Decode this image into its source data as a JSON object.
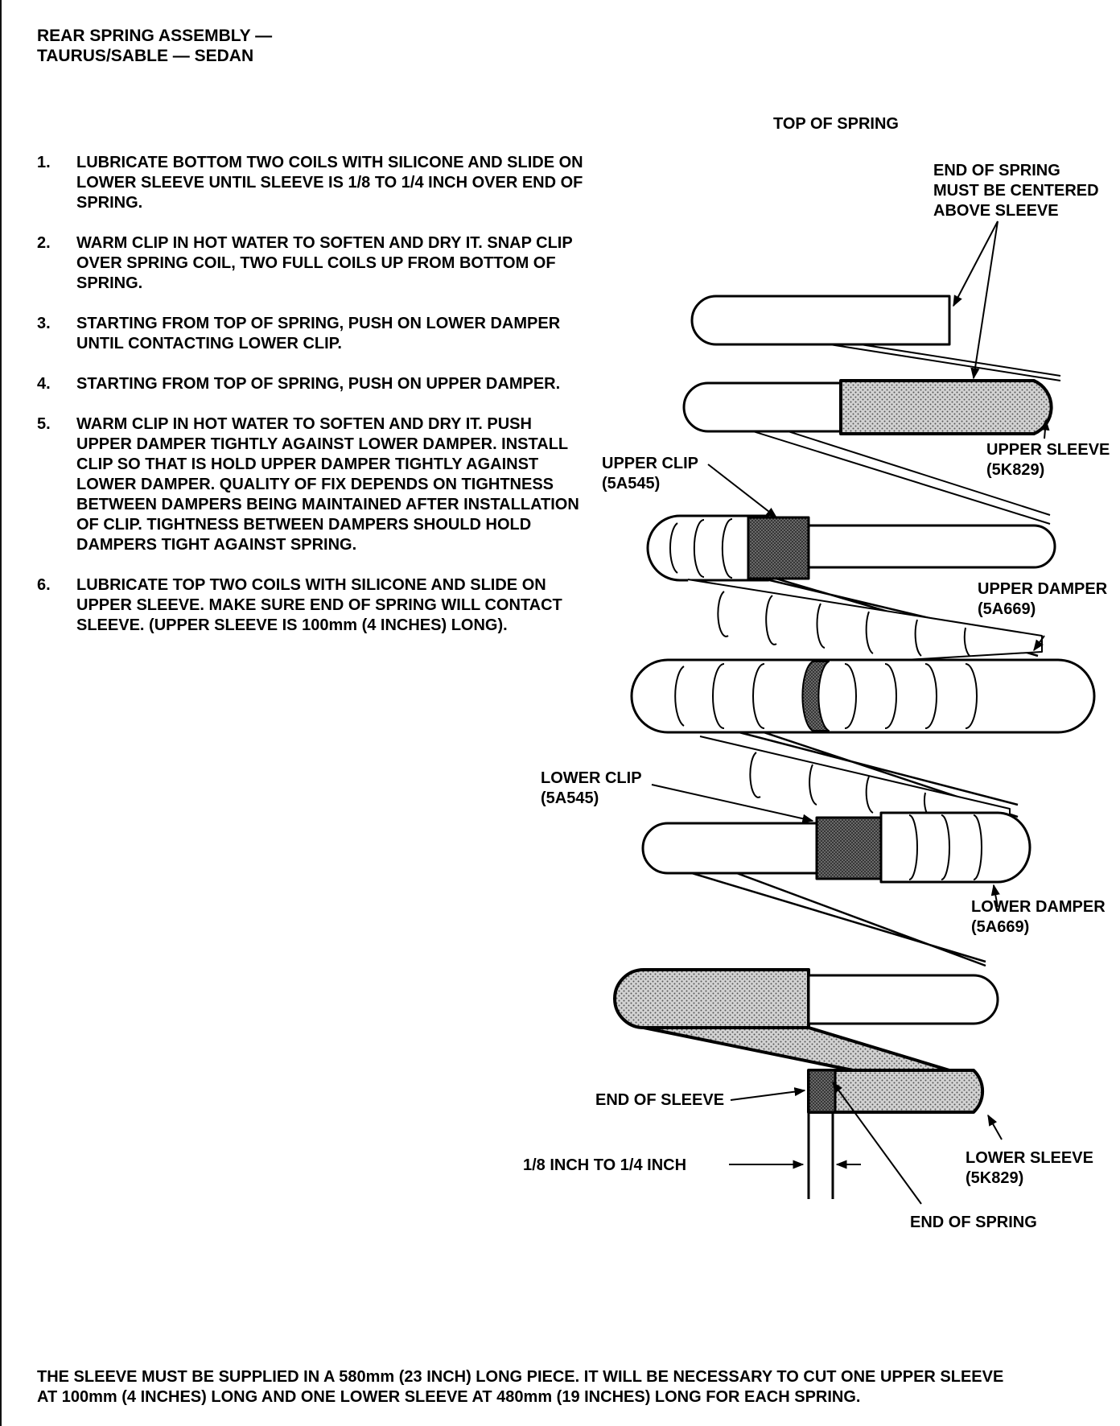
{
  "title": {
    "line1": "REAR SPRING ASSEMBLY —",
    "line2": "TAURUS/SABLE — SEDAN"
  },
  "steps": [
    {
      "num": "1.",
      "text": "LUBRICATE BOTTOM TWO COILS WITH SILICONE AND SLIDE ON LOWER SLEEVE UNTIL SLEEVE IS 1/8 TO 1/4 INCH OVER END OF SPRING."
    },
    {
      "num": "2.",
      "text": "WARM CLIP IN HOT WATER TO SOFTEN AND DRY IT. SNAP CLIP OVER SPRING COIL, TWO FULL COILS UP FROM BOTTOM OF SPRING."
    },
    {
      "num": "3.",
      "text": "STARTING FROM TOP OF SPRING, PUSH ON LOWER DAMPER UNTIL CONTACTING LOWER CLIP."
    },
    {
      "num": "4.",
      "text": "STARTING FROM TOP OF SPRING, PUSH ON UPPER DAMPER."
    },
    {
      "num": "5.",
      "text": "WARM CLIP IN HOT WATER TO SOFTEN AND DRY IT. PUSH UPPER DAMPER TIGHTLY AGAINST LOWER DAMPER. INSTALL CLIP SO THAT IS HOLD UPPER DAMPER TIGHTLY AGAINST LOWER DAMPER. QUALITY OF FIX DEPENDS ON TIGHTNESS BETWEEN DAMPERS BEING MAINTAINED AFTER INSTALLATION OF CLIP. TIGHTNESS BETWEEN DAMPERS SHOULD HOLD DAMPERS TIGHT AGAINST SPRING."
    },
    {
      "num": "6.",
      "text": "LUBRICATE TOP TWO COILS WITH SILICONE AND SLIDE ON UPPER SLEEVE. MAKE SURE END OF SPRING WILL CONTACT SLEEVE. (UPPER SLEEVE IS 100mm (4 INCHES) LONG)."
    }
  ],
  "diagram": {
    "top_of_spring": "TOP OF SPRING",
    "end_centered": [
      "END OF SPRING",
      "MUST BE CENTERED",
      "ABOVE SLEEVE"
    ],
    "upper_sleeve": [
      "UPPER SLEEVE",
      "(5K829)"
    ],
    "upper_clip": [
      "UPPER CLIP",
      "(5A545)"
    ],
    "upper_damper": [
      "UPPER DAMPER",
      "(5A669)"
    ],
    "lower_clip": [
      "LOWER CLIP",
      "(5A545)"
    ],
    "lower_damper": [
      "LOWER DAMPER",
      "(5A669)"
    ],
    "end_of_sleeve": "END OF SLEEVE",
    "measure": "1/8 INCH TO 1/4 INCH",
    "lower_sleeve": [
      "LOWER SLEEVE",
      "(5K829)"
    ],
    "end_of_spring": "END OF SPRING"
  },
  "footer": "THE SLEEVE MUST BE SUPPLIED IN A 580mm (23 INCH) LONG PIECE. IT WILL BE NECESSARY TO CUT ONE UPPER SLEEVE AT 100mm (4 INCHES) LONG AND ONE LOWER SLEEVE AT 480mm (19 INCHES) LONG FOR EACH SPRING."
}
